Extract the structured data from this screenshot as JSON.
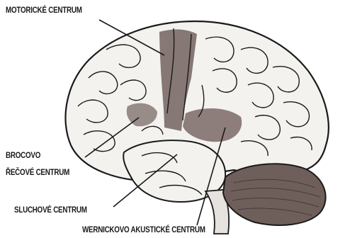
{
  "labels": {
    "motor": "MOTORICKÉ CENTRUM",
    "broca_line1": "BROCOVO",
    "broca_line2": "ŘEČOVÉ CENTRUM",
    "hearing": "SLUCHOVÉ CENTRUM",
    "wernicke": "WERNICKOVO AKUSTICKÉ CENTRUM"
  },
  "colors": {
    "ink": "#1a1a1a",
    "cortex_fill": "#f4f2ef",
    "highlight_region": "#7a6a66",
    "cerebellum": "#6f5f5b"
  }
}
